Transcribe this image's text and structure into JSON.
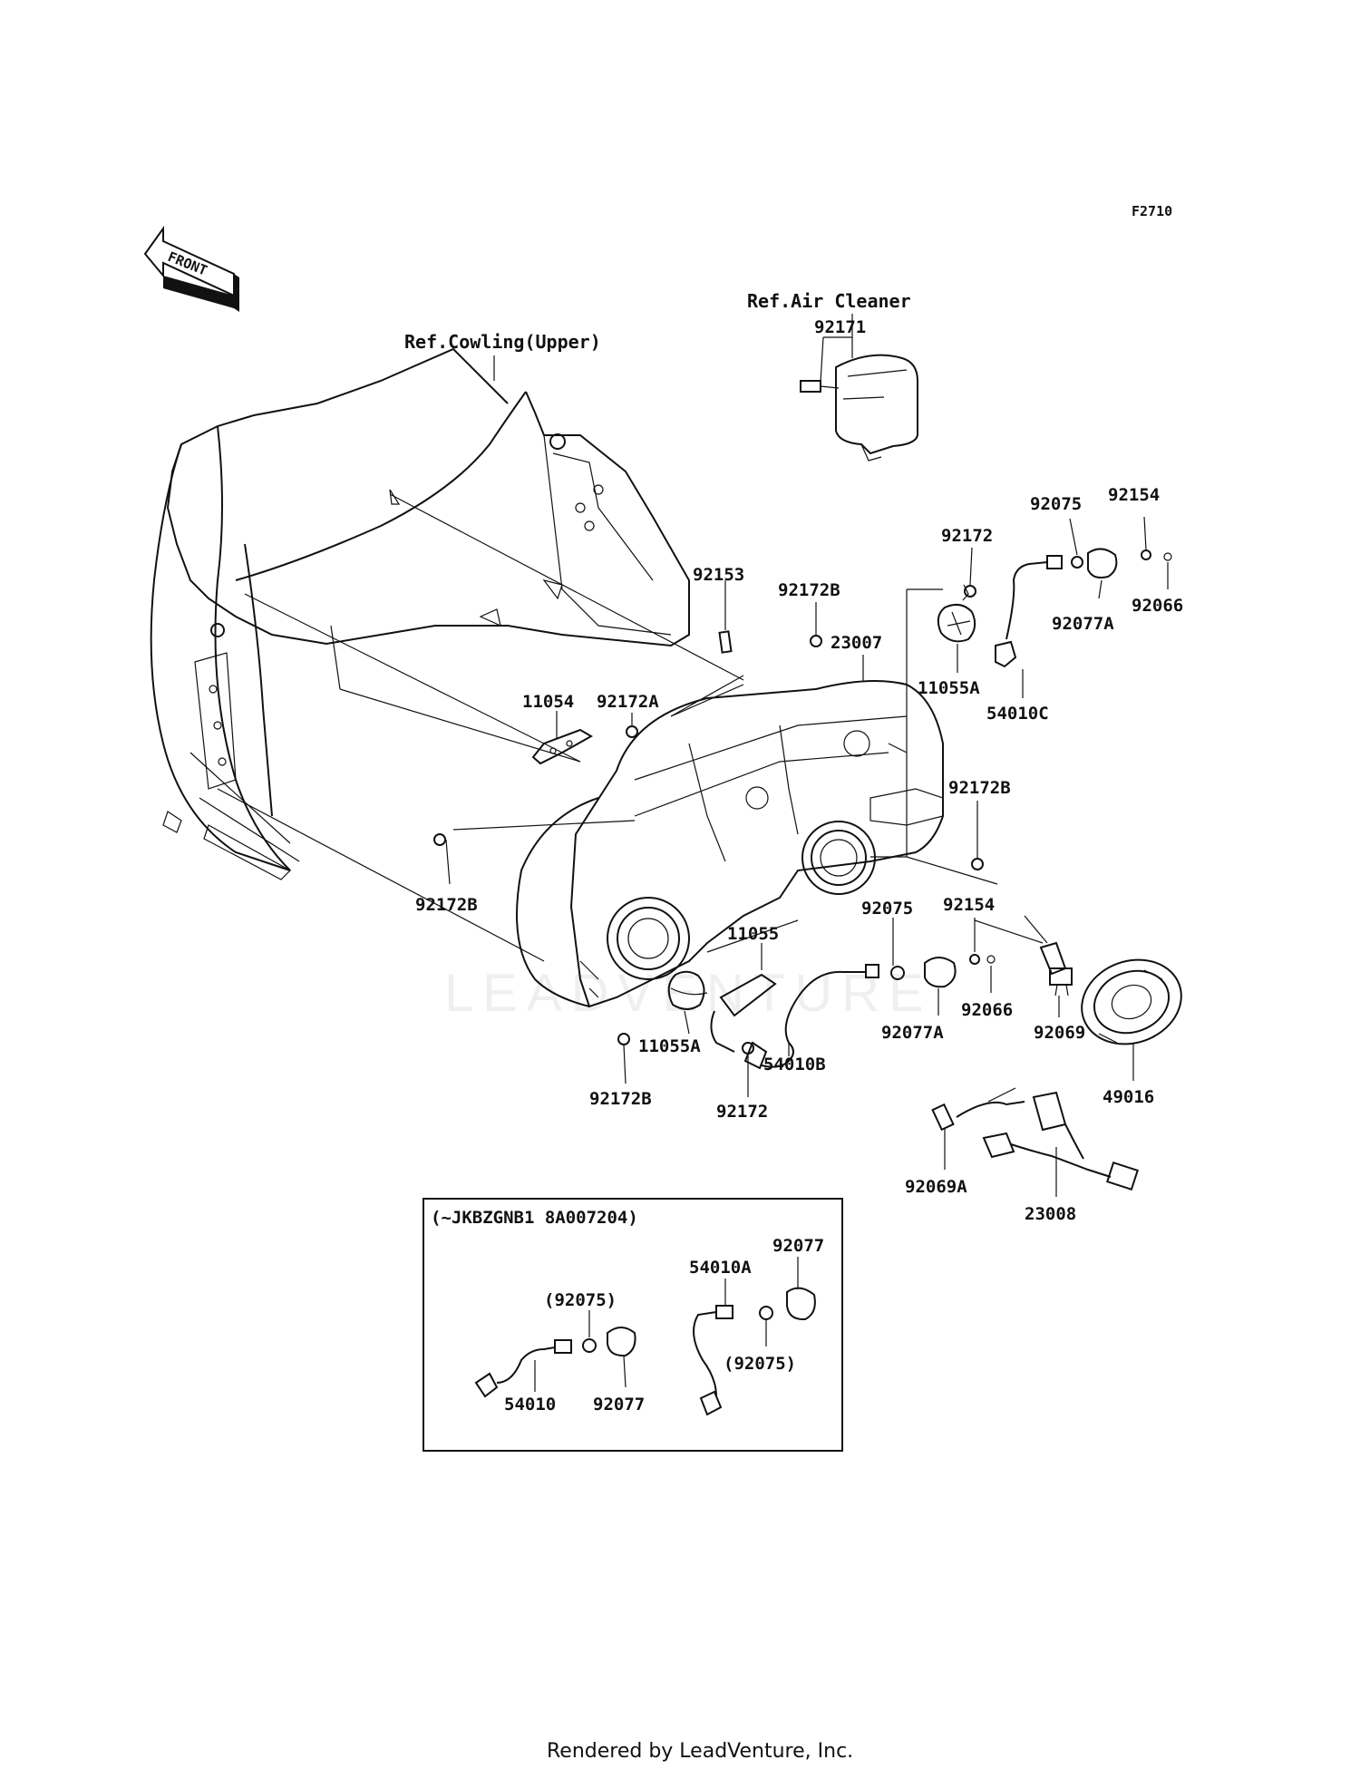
{
  "diagram_code": "F2710",
  "front_arrow": "FRONT",
  "refs": {
    "air_cleaner": "Ref.Air Cleaner",
    "cowling": "Ref.Cowling(Upper)"
  },
  "parts": {
    "p92171": "92171",
    "p92075_top": "92075",
    "p92154_top": "92154",
    "p92172_top": "92172",
    "p92066_top": "92066",
    "p92077A_top": "92077A",
    "p92153": "92153",
    "p92172B_a": "92172B",
    "p23007": "23007",
    "p11055A_top": "11055A",
    "p54010C": "54010C",
    "p11054": "11054",
    "p92172A": "92172A",
    "p92172B_b": "92172B",
    "p92172B_c": "92172B",
    "p92075_mid": "92075",
    "p92154_mid": "92154",
    "p11055": "11055",
    "p92066_mid": "92066",
    "p92077A_mid": "92077A",
    "p92069": "92069",
    "p49016": "49016",
    "p11055A_bot": "11055A",
    "p54010B": "54010B",
    "p92172B_d": "92172B",
    "p92172_bot": "92172",
    "p92069A": "92069A",
    "p23008": "23008"
  },
  "inset": {
    "title": "(~JKBZGNB1 8A007204)",
    "p54010A": "54010A",
    "p92077_a": "92077",
    "p92075_a": "(92075)",
    "p92075_b": "(92075)",
    "p54010": "54010",
    "p92077_b": "92077"
  },
  "watermark": "LEADVENTURE",
  "footer": "Rendered by LeadVenture, Inc."
}
